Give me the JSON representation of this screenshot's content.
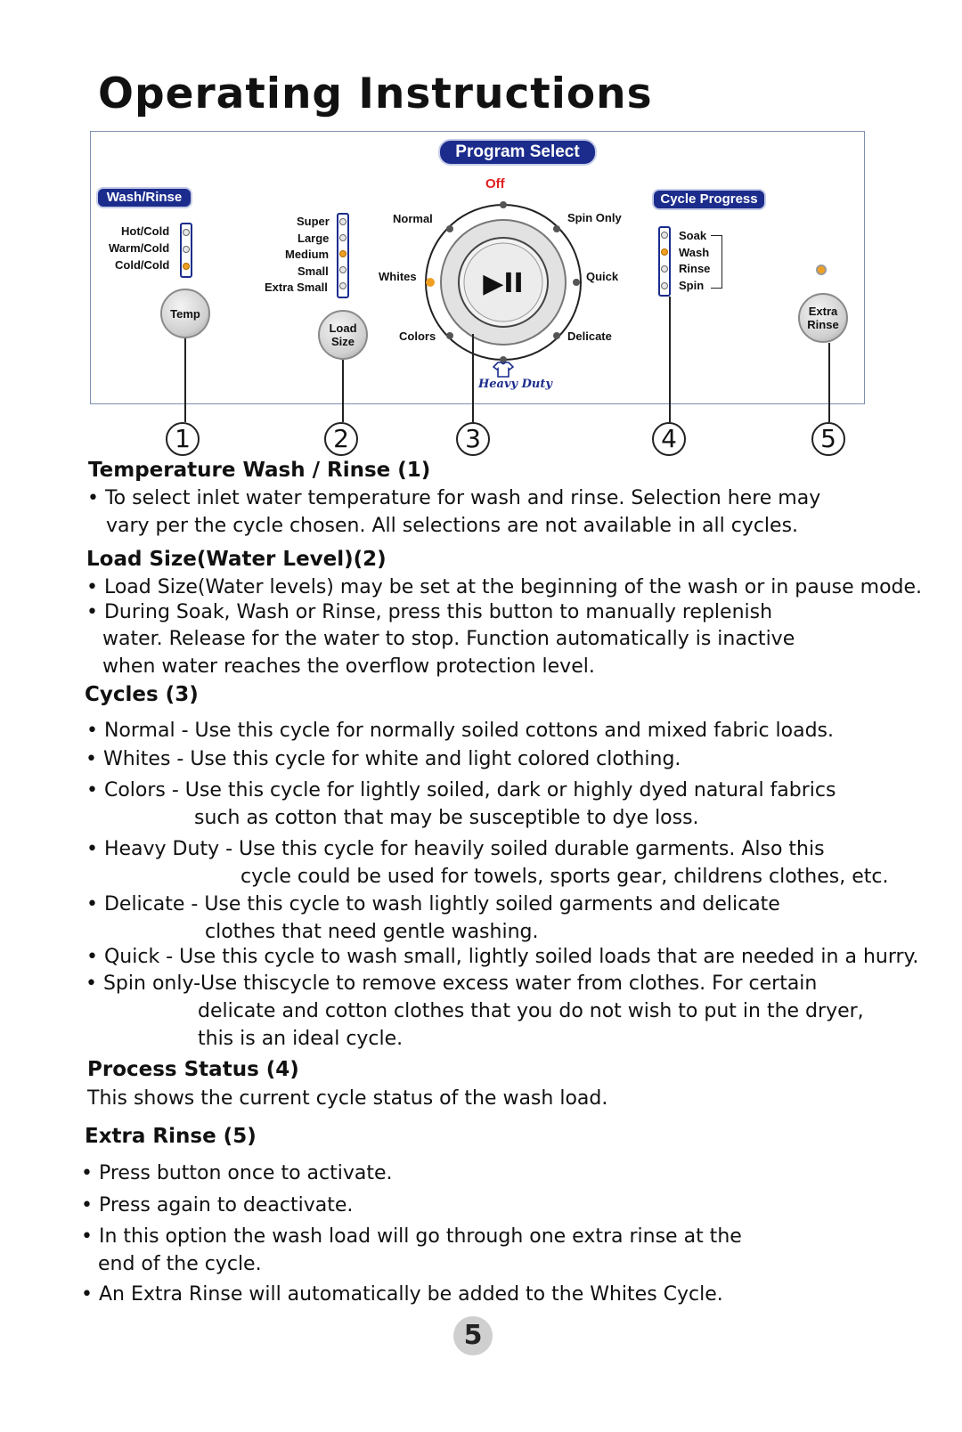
{
  "page": {
    "title": "Operating Instructions",
    "page_number": "5"
  },
  "panel": {
    "program_select": "Program Select",
    "wash_rinse": "Wash/Rinse",
    "cycle_progress": "Cycle Progress",
    "temps": [
      "Hot/Cold",
      "Warm/Cold",
      "Cold/Cold"
    ],
    "temp_button": "Temp",
    "load_sizes": [
      "Super",
      "Large",
      "Medium",
      "Small",
      "Extra Small"
    ],
    "load_button_l1": "Load",
    "load_button_l2": "Size",
    "dial": {
      "off": "Off",
      "normal": "Normal",
      "spin_only": "Spin Only",
      "whites": "Whites",
      "quick": "Quick",
      "colors": "Colors",
      "delicate": "Delicate",
      "heavy_duty": "Heavy Duty",
      "start_pause_glyph": "▶II"
    },
    "progress": [
      "Soak",
      "Wash",
      "Rinse",
      "Spin"
    ],
    "extra_rinse_l1": "Extra",
    "extra_rinse_l2": "Rinse",
    "callouts": [
      "1",
      "2",
      "3",
      "4",
      "5"
    ]
  },
  "sections": {
    "temp": {
      "heading": "Temperature Wash / Rinse (1)",
      "l1": "• To select inlet water temperature for wash and rinse. Selection here may",
      "l2": "vary per the cycle chosen. All selections are not available in all cycles."
    },
    "load": {
      "heading": "Load Size(Water Level)(2)",
      "l1": "• Load Size(Water levels) may be set at the beginning of the wash or in pause mode.",
      "l2": "• During Soak, Wash or Rinse, press this button to manually replenish",
      "l3": "water.  Release for the water to stop. Function automatically is inactive",
      "l4": "when water reaches the overflow protection level."
    },
    "cycles": {
      "heading": "Cycles (3)",
      "normal": "• Normal - Use this cycle for normally soiled cottons and mixed fabric loads.",
      "whites": "• Whites - Use this cycle for white and light colored clothing.",
      "colors1": "• Colors - Use this cycle for lightly soiled, dark or highly dyed natural fabrics",
      "colors2": "such as cotton that may be susceptible to dye loss.",
      "heavy1": "• Heavy Duty - Use this cycle for heavily soiled durable garments. Also this",
      "heavy2": "cycle could be used for towels, sports gear, childrens clothes, etc.",
      "delicate1": "• Delicate - Use this cycle to wash lightly soiled garments and delicate",
      "delicate2": "clothes that need gentle washing.",
      "quick": "• Quick - Use this cycle to wash small, lightly soiled loads that are needed in a hurry.",
      "spin1": "• Spin only-Use thiscycle to remove excess water from clothes. For certain",
      "spin2": "delicate and cotton clothes that you do not wish to put in the dryer,",
      "spin3": "this is an ideal cycle."
    },
    "status": {
      "heading": "Process Status (4)",
      "l1": "This shows the current cycle status of the wash load."
    },
    "extra": {
      "heading": "Extra Rinse (5)",
      "l1": "•  Press button once to activate.",
      "l2": "•  Press again to deactivate.",
      "l3": "•  In this option the wash load will go through one extra rinse at the",
      "l4": "end of the cycle.",
      "l5": "•  An Extra Rinse will automatically be added to the Whites Cycle."
    }
  }
}
